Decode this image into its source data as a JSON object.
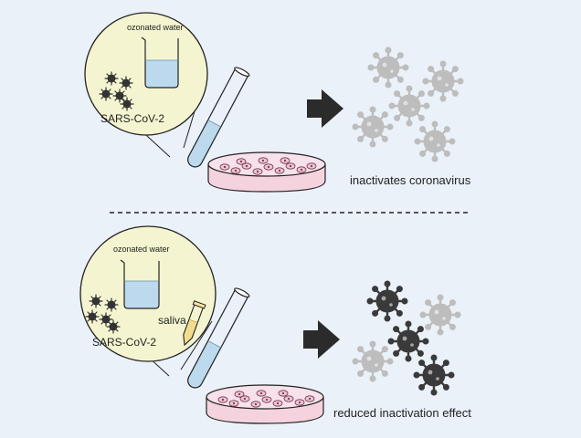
{
  "top_panel": {
    "beaker_label": "ozonated water",
    "virus_label": "SARS-CoV-2",
    "result_label": "inactivates coronavirus"
  },
  "bottom_panel": {
    "beaker_label": "ozonated water",
    "virus_label": "SARS-CoV-2",
    "saliva_label": "saliva",
    "result_label": "reduced inactivation effect"
  },
  "colors": {
    "background": "#eaf1f8",
    "zoom_circle_fill": "#f4f5d0",
    "water": "#bcd9ee",
    "petri_dish": "#f4d3df",
    "saliva": "#f1dd8f",
    "inactive_virus": "#bdbdbd",
    "active_virus": "#3a3a3a",
    "arrow": "#2b2b2b"
  }
}
